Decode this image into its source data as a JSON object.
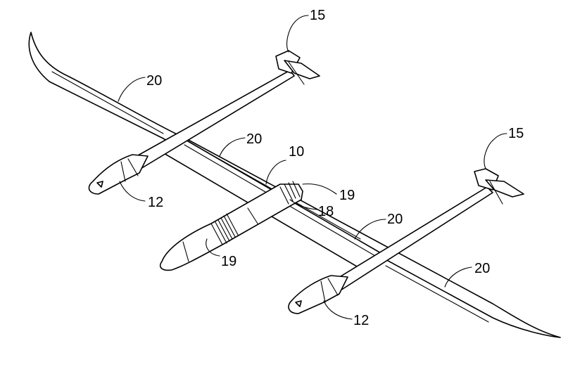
{
  "labels": {
    "fuselage": "10",
    "pod": "12",
    "tail": "15",
    "nose_ring": "18",
    "band": "19",
    "wing": "20"
  }
}
